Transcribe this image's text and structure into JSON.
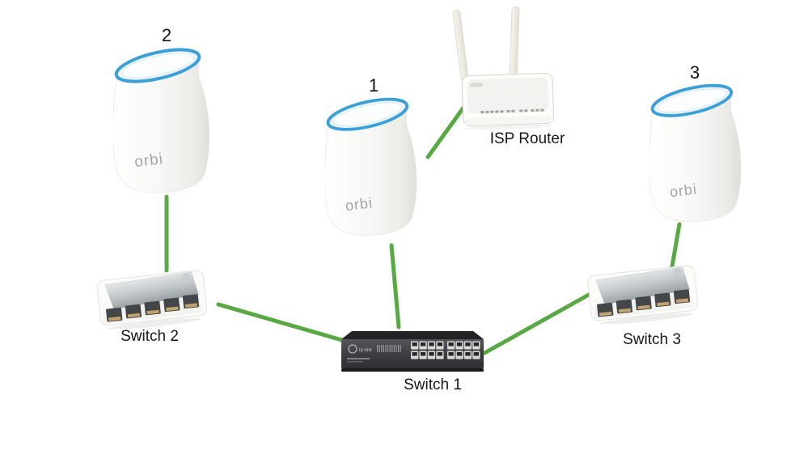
{
  "diagram": {
    "type": "network-topology",
    "background": "#ffffff",
    "colors": {
      "connection_line": "#58a843",
      "orbi_ring_blue": "#3b9fd8",
      "label_text": "#161616"
    },
    "nodes": {
      "orbi1": {
        "number_label": "1",
        "brand": "orbi",
        "kind": "Orbi unit"
      },
      "orbi2": {
        "number_label": "2",
        "brand": "orbi",
        "kind": "Orbi unit"
      },
      "orbi3": {
        "number_label": "3",
        "brand": "orbi",
        "kind": "Orbi unit"
      },
      "isp_router": {
        "label": "ISP Router",
        "antennas": 2
      },
      "switch1": {
        "label": "Switch 1",
        "brand": "tp-link",
        "port_count": 16
      },
      "switch2": {
        "label": "Switch 2",
        "port_count": 5
      },
      "switch3": {
        "label": "Switch 3",
        "port_count": 5
      }
    },
    "connections": [
      {
        "from": "orbi2",
        "to": "switch2"
      },
      {
        "from": "switch2",
        "to": "switch1"
      },
      {
        "from": "orbi1",
        "to": "switch1"
      },
      {
        "from": "orbi1",
        "to": "isp_router"
      },
      {
        "from": "orbi3",
        "to": "switch3"
      },
      {
        "from": "switch3",
        "to": "switch1"
      }
    ]
  }
}
